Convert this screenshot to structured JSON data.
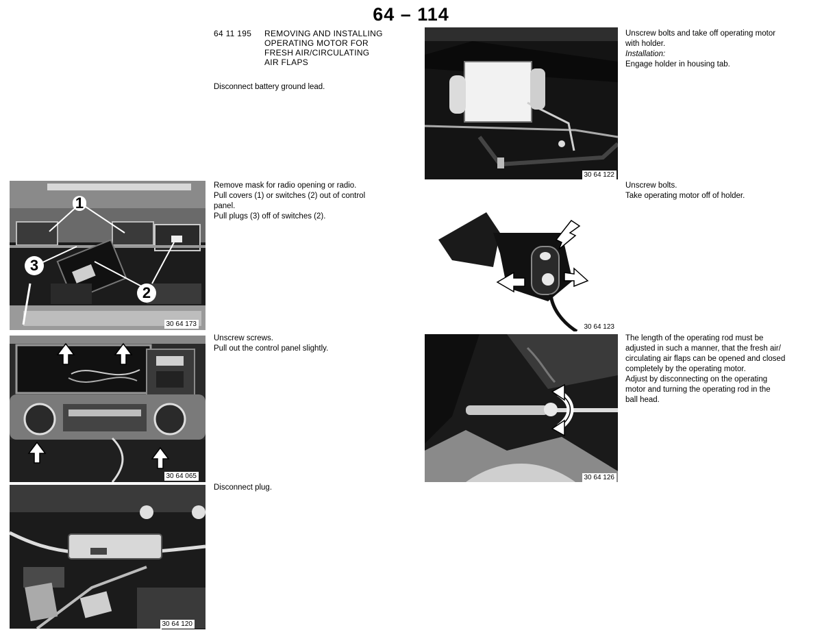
{
  "page_number": "64 – 114",
  "procedure": {
    "code": "64 11 195",
    "title_lines": [
      "REMOVING AND INSTALLING",
      "OPERATING MOTOR FOR",
      "FRESH AIR/CIRCULATING",
      "AIR FLAPS"
    ],
    "step": "Disconnect battery ground lead."
  },
  "left_steps": [
    {
      "lines": [
        "Remove mask for radio opening or radio.",
        "Pull covers (1) or switches (2) out of control",
        "panel.",
        "Pull plugs (3) off of switches (2)."
      ],
      "figure_ref": "30 64 173",
      "callouts": [
        "1",
        "2",
        "3"
      ]
    },
    {
      "lines": [
        "Unscrew screws.",
        "Pull out the control panel slightly."
      ],
      "figure_ref": "30 64 065"
    },
    {
      "lines": [
        "Disconnect plug."
      ],
      "figure_ref": "30 64 120"
    }
  ],
  "right_steps": [
    {
      "lines": [
        "Unscrew bolts and take off operating motor",
        "with holder."
      ],
      "subheading": "Installation:",
      "sublines": [
        "Engage holder in housing tab."
      ],
      "figure_ref": "30 64 122"
    },
    {
      "lines": [
        "Unscrew bolts.",
        "Take operating motor off of holder."
      ],
      "figure_ref": "30 64 123"
    },
    {
      "lines": [
        "The length of the operating rod must be",
        "adjusted in such a manner, that the fresh air/",
        "circulating air flaps can be opened and closed",
        "completely by the operating motor.",
        "Adjust by disconnecting on the operating",
        "motor and turning the operating rod in the",
        "ball head."
      ],
      "figure_ref": "30 64 126"
    }
  ]
}
